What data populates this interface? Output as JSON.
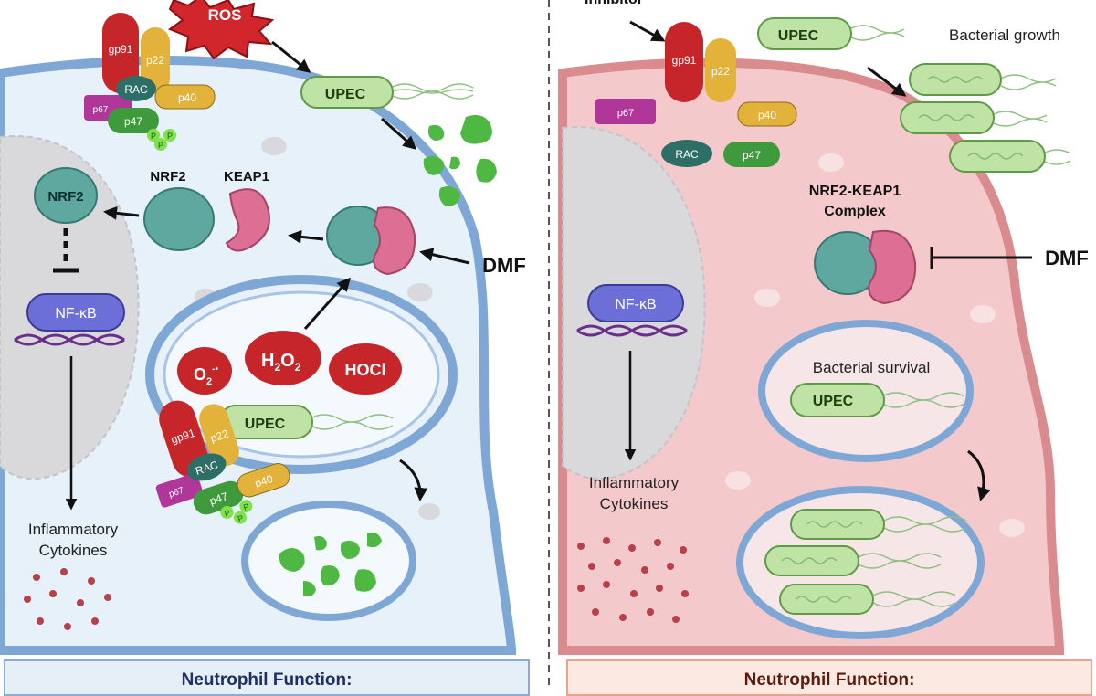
{
  "left_panel": {
    "ros": "ROS",
    "nox_subunits": {
      "gp91": "gp91",
      "p22": "p22",
      "rac": "RAC",
      "p40": "p40",
      "p67": "p67",
      "p47": "p47",
      "phospho": "P"
    },
    "upec": "UPEC",
    "nrf2_nucleus": "NRF2",
    "nrf2": "NRF2",
    "keap1": "KEAP1",
    "dmf": "DMF",
    "nfkb": "NF-κB",
    "superoxide_base": "O",
    "superoxide_sub": "2",
    "superoxide_sup": "-•",
    "h2o2_h": "H",
    "h2o2_sub1": "2",
    "h2o2_o": "O",
    "h2o2_sub2": "2",
    "hocl": "HOCl",
    "cytokines_line1": "Inflammatory",
    "cytokines_line2": "Cytokines",
    "banner": "Neutrophil Function:"
  },
  "right_panel": {
    "inhibitor": "Inhibitor",
    "upec": "UPEC",
    "bacterial_growth": "Bacterial growth",
    "complex_line1": "NRF2-KEAP1",
    "complex_line2": "Complex",
    "dmf": "DMF",
    "nfkb": "NF-κB",
    "bacterial_survival": "Bacterial survival",
    "cytokines_line1": "Inflammatory",
    "cytokines_line2": "Cytokines",
    "banner": "Neutrophil Function:"
  },
  "colors": {
    "left_cell": "#e6f1fa",
    "left_membrane": "#7fa7d6",
    "right_cell": "#f3c9cc",
    "right_membrane": "#d98b8e",
    "nucleus": "#d9d9dc",
    "gp91": "#c6262a",
    "p22": "#e3b23a",
    "rac": "#2d6f66",
    "p47": "#3f9a3c",
    "p67": "#b0369a",
    "ros": "#d0262c",
    "upec_fill": "#bfe3a4",
    "nrf2": "#5fa8a0",
    "keap1": "#dc6f93",
    "nfkb": "#6d6fd8",
    "cytokine": "#b8404a"
  }
}
